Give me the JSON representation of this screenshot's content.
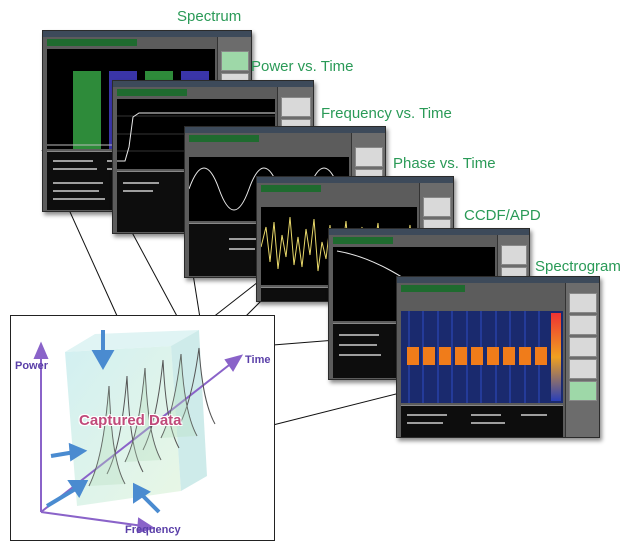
{
  "labels": {
    "spectrum": "Spectrum",
    "power_vs_time": "Power vs. Time",
    "frequency_vs_time": "Frequency vs. Time",
    "phase_vs_time": "Phase vs. Time",
    "ccdf_apd": "CCDF/APD",
    "spectrogram": "Spectrogram"
  },
  "diagram": {
    "power_axis": "Power",
    "time_axis": "Time",
    "frequency_axis": "Frequency",
    "captured_label": "Captured Data"
  },
  "colors": {
    "label_green": "#2a9a57",
    "axis_purple": "#8a63c9",
    "arrow_blue": "#4a8bd0",
    "bar_green": "#2e8b3a",
    "bar_blue": "#3a35a8",
    "spectrogram_orange": "#f07c1a"
  }
}
